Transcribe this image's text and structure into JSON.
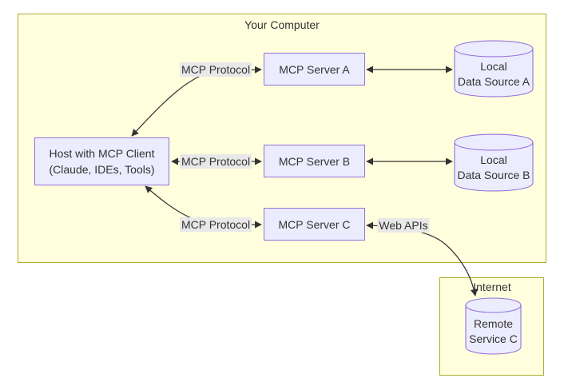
{
  "colors": {
    "node_fill": "#ECECFF",
    "node_border": "#9370DB",
    "cluster_fill": "#FFFFDE",
    "cluster_border": "#AAAA33",
    "edge": "#333333",
    "edge_label_bg": "#E8E8E8",
    "text": "#333333"
  },
  "clusters": {
    "your_computer": {
      "label": "Your Computer"
    },
    "internet": {
      "label": "Internet"
    }
  },
  "nodes": {
    "host": {
      "line1": "Host with MCP Client",
      "line2": "(Claude, IDEs, Tools)"
    },
    "server_a": {
      "label": "MCP Server A"
    },
    "server_b": {
      "label": "MCP Server B"
    },
    "server_c": {
      "label": "MCP Server C"
    },
    "data_source_a": {
      "line1": "Local",
      "line2": "Data Source A"
    },
    "data_source_b": {
      "line1": "Local",
      "line2": "Data Source B"
    },
    "remote_service_c": {
      "line1": "Remote",
      "line2": "Service C"
    }
  },
  "edges": {
    "host_server_a": {
      "label": "MCP Protocol"
    },
    "host_server_b": {
      "label": "MCP Protocol"
    },
    "host_server_c": {
      "label": "MCP Protocol"
    },
    "server_c_remote": {
      "label": "Web APIs"
    }
  }
}
